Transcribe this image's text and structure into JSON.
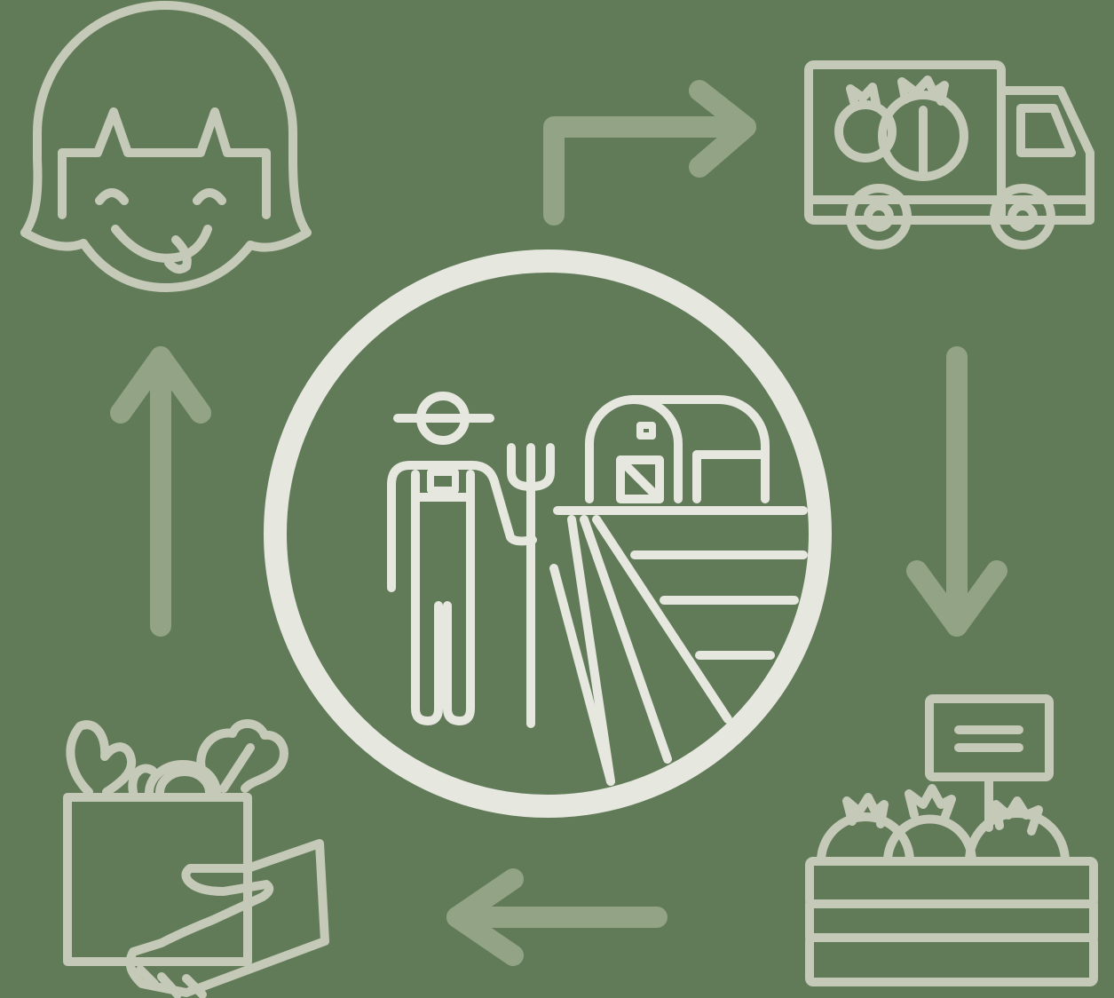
{
  "diagram": {
    "type": "cycle",
    "colors": {
      "background": "#617B59",
      "icon_line": "#C5C9B7",
      "center_line": "#E6E7DF",
      "arrow": "#93A385"
    },
    "center": {
      "icon": "farmer-with-barn-and-field-icon"
    },
    "nodes": [
      {
        "id": "truck",
        "icon": "delivery-truck-icon"
      },
      {
        "id": "market",
        "icon": "market-produce-stall-icon"
      },
      {
        "id": "grocery",
        "icon": "grocery-bag-hand-icon"
      },
      {
        "id": "consumer",
        "icon": "happy-girl-face-icon"
      }
    ],
    "flow": [
      "farm",
      "truck",
      "market",
      "grocery",
      "consumer"
    ]
  }
}
